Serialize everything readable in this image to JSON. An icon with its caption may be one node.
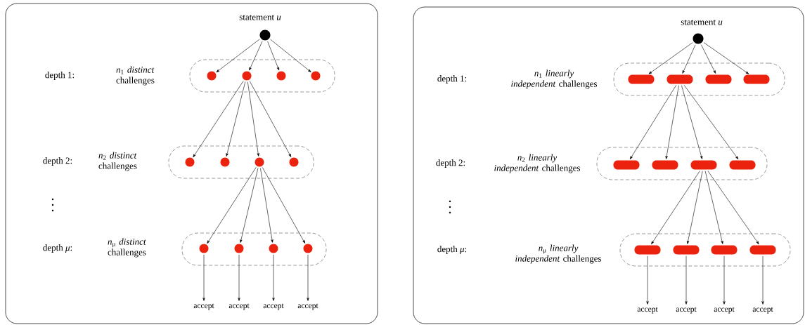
{
  "diagram": {
    "nodes": [
      {
        "text": [],
        "shape": "box"
      },
      {
        "text": [],
        "shape": "circle",
        "in": 0,
        "beside": [
          "statement *u*"
        ]
      },
      {
        "text": [],
        "shape": "box",
        "in": 0,
        "beside": [
          "*n*$_{1}$ *distinct* challenges"
        ]
      },
      {
        "text": [],
        "shape": "circle",
        "in": 2
      },
      {
        "text": [],
        "shape": "circle",
        "in": 2
      },
      {
        "text": [],
        "shape": "circle",
        "in": 2
      },
      {
        "text": [],
        "shape": "circle",
        "in": 2
      },
      {
        "text": [],
        "shape": "box",
        "in": 0,
        "beside": [
          "*n*$_{2}$ *distinct* challenges"
        ]
      },
      {
        "text": [],
        "shape": "circle",
        "in": 7
      },
      {
        "text": [],
        "shape": "circle",
        "in": 7
      },
      {
        "text": [],
        "shape": "circle",
        "in": 7
      },
      {
        "text": [],
        "shape": "circle",
        "in": 7
      },
      {
        "text": [],
        "shape": "box",
        "in": 0,
        "beside": [
          "*n*$_{μ}$ *distinct* challenges"
        ]
      },
      {
        "text": [],
        "shape": "circle",
        "in": 12
      },
      {
        "text": [],
        "shape": "circle",
        "in": 12
      },
      {
        "text": [],
        "shape": "circle",
        "in": 12
      },
      {
        "text": [],
        "shape": "circle",
        "in": 12
      },
      {
        "text": [
          "accept"
        ],
        "in": 0
      },
      {
        "text": [
          "accept"
        ],
        "in": 0
      },
      {
        "text": [
          "accept"
        ],
        "in": 0
      },
      {
        "text": [
          "accept"
        ],
        "in": 0
      },
      {
        "text": [],
        "shape": "box"
      },
      {
        "text": [],
        "shape": "circle",
        "in": 21,
        "beside": [
          "statement *u*"
        ]
      },
      {
        "text": [],
        "shape": "box",
        "in": 21,
        "beside": [
          "*n*$_{1}$ *linearly independent* challenges"
        ]
      },
      {
        "text": [],
        "shape": "bar",
        "in": 23
      },
      {
        "text": [],
        "shape": "bar",
        "in": 23
      },
      {
        "text": [],
        "shape": "bar",
        "in": 23
      },
      {
        "text": [],
        "shape": "bar",
        "in": 23
      },
      {
        "text": [],
        "shape": "box",
        "in": 21,
        "beside": [
          "*n*$_{2}$ *linearly independent* challenges"
        ]
      },
      {
        "text": [],
        "shape": "bar",
        "in": 28
      },
      {
        "text": [],
        "shape": "bar",
        "in": 28
      },
      {
        "text": [],
        "shape": "bar",
        "in": 28
      },
      {
        "text": [],
        "shape": "bar",
        "in": 28
      },
      {
        "text": [],
        "shape": "box",
        "in": 21,
        "beside": [
          "*n*$_{μ}$ *linearly independent* challenges"
        ]
      },
      {
        "text": [],
        "shape": "bar",
        "in": 33
      },
      {
        "text": [],
        "shape": "bar",
        "in": 33
      },
      {
        "text": [],
        "shape": "bar",
        "in": 33
      },
      {
        "text": [],
        "shape": "bar",
        "in": 33
      },
      {
        "text": [
          "accept"
        ],
        "in": 21
      },
      {
        "text": [
          "accept"
        ],
        "in": 21
      },
      {
        "text": [
          "accept"
        ],
        "in": 21
      },
      {
        "text": [
          "accept"
        ],
        "in": 21
      }
    ],
    "edges": [
      {
        "from": 1,
        "to": 3,
        "arrow": "to"
      },
      {
        "from": 1,
        "to": 4,
        "arrow": "to"
      },
      {
        "from": 1,
        "to": 5,
        "arrow": "to"
      },
      {
        "from": 1,
        "to": 6,
        "arrow": "to"
      },
      {
        "from": 4,
        "to": 8,
        "arrow": "to"
      },
      {
        "from": 4,
        "to": 9,
        "arrow": "to"
      },
      {
        "from": 4,
        "to": 10,
        "arrow": "to"
      },
      {
        "from": 4,
        "to": 11,
        "arrow": "to"
      },
      {
        "from": 10,
        "to": 13,
        "arrow": "to"
      },
      {
        "from": 10,
        "to": 14,
        "arrow": "to"
      },
      {
        "from": 10,
        "to": 15,
        "arrow": "to"
      },
      {
        "from": 10,
        "to": 16,
        "arrow": "to"
      },
      {
        "from": 13,
        "to": 17,
        "arrow": "to"
      },
      {
        "from": 14,
        "to": 18,
        "arrow": "to"
      },
      {
        "from": 15,
        "to": 19,
        "arrow": "to"
      },
      {
        "from": 16,
        "to": 20,
        "arrow": "to"
      },
      {
        "from": 22,
        "to": 24,
        "arrow": "to"
      },
      {
        "from": 22,
        "to": 25,
        "arrow": "to"
      },
      {
        "from": 22,
        "to": 26,
        "arrow": "to"
      },
      {
        "from": 22,
        "to": 27,
        "arrow": "to"
      },
      {
        "from": 25,
        "to": 29,
        "arrow": "to"
      },
      {
        "from": 25,
        "to": 30,
        "arrow": "to"
      },
      {
        "from": 25,
        "to": 31,
        "arrow": "to"
      },
      {
        "from": 25,
        "to": 32,
        "arrow": "to"
      },
      {
        "from": 31,
        "to": 34,
        "arrow": "to"
      },
      {
        "from": 31,
        "to": 35,
        "arrow": "to"
      },
      {
        "from": 31,
        "to": 36,
        "arrow": "to"
      },
      {
        "from": 31,
        "to": 37,
        "arrow": "to"
      },
      {
        "from": 34,
        "to": 38,
        "arrow": "to"
      },
      {
        "from": 35,
        "to": 39,
        "arrow": "to"
      },
      {
        "from": 36,
        "to": 40,
        "arrow": "to"
      },
      {
        "from": 37,
        "to": 41,
        "arrow": "to"
      }
    ],
    "labels": [
      "depth 1:",
      "depth 2:",
      "depth *μ*:",
      "depth 1:",
      "depth 2:",
      "depth *μ*:"
    ]
  }
}
